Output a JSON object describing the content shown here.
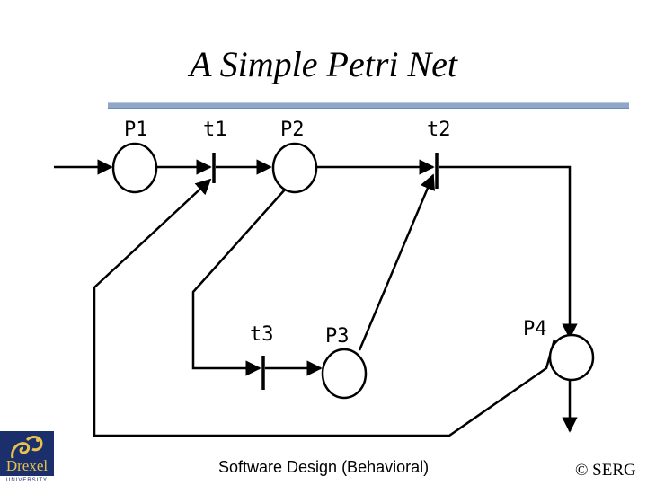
{
  "slide": {
    "title": "A Simple Petri Net",
    "footer": "Software Design (Behavioral)",
    "copyright": "© SERG"
  },
  "logo": {
    "name": "Drexel",
    "subtitle": "UNIVERSITY"
  },
  "colors": {
    "rule": "#8fa8c8",
    "logo_bg": "#1a2f6b",
    "logo_text": "#e8c24a"
  },
  "net": {
    "places": [
      {
        "id": "P1",
        "label": "P1"
      },
      {
        "id": "P2",
        "label": "P2"
      },
      {
        "id": "P3",
        "label": "P3"
      },
      {
        "id": "P4",
        "label": "P4"
      }
    ],
    "transitions": [
      {
        "id": "t1",
        "label": "t1"
      },
      {
        "id": "t2",
        "label": "t2"
      },
      {
        "id": "t3",
        "label": "t3"
      }
    ],
    "arcs": [
      {
        "from": "input",
        "to": "P1"
      },
      {
        "from": "P1",
        "to": "t1"
      },
      {
        "from": "t1",
        "to": "P2"
      },
      {
        "from": "P2",
        "to": "t2"
      },
      {
        "from": "t2",
        "to": "P4"
      },
      {
        "from": "P2",
        "to": "t3"
      },
      {
        "from": "t3",
        "to": "P3"
      },
      {
        "from": "P3",
        "to": "t2"
      },
      {
        "from": "P4",
        "to": "t1"
      },
      {
        "from": "P4",
        "to": "output"
      }
    ]
  }
}
